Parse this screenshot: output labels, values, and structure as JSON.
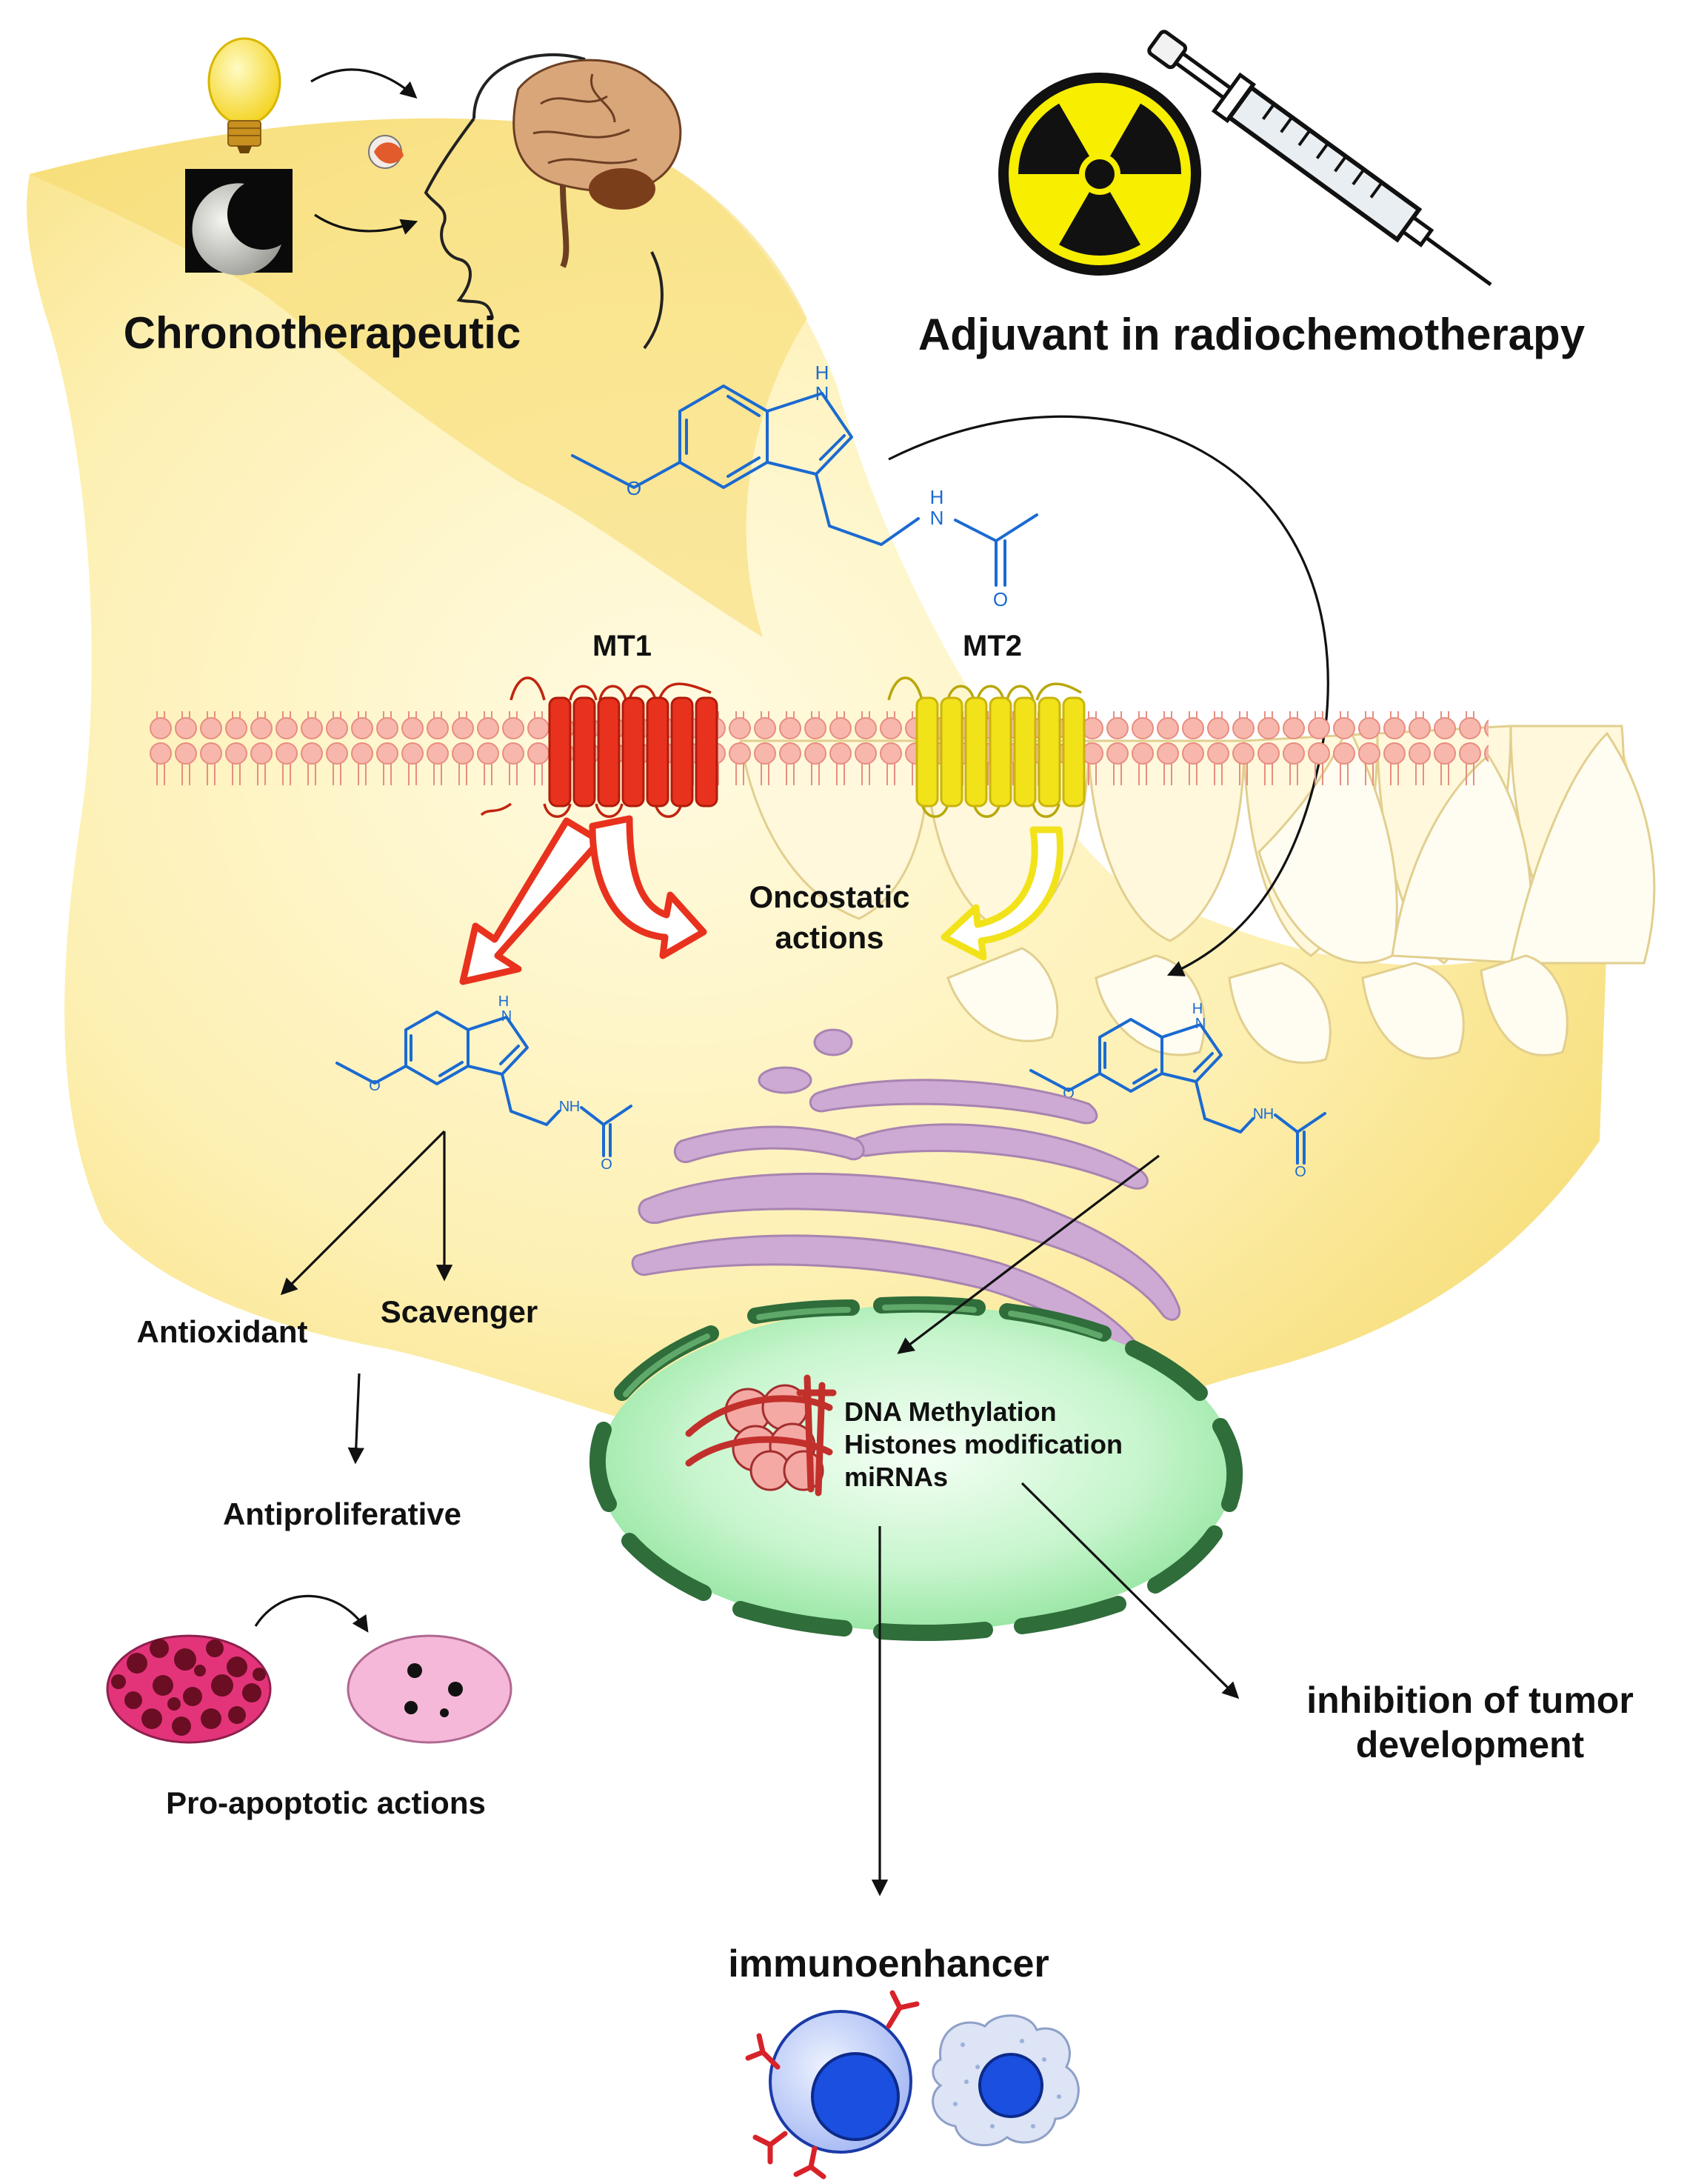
{
  "labels": {
    "chronotherapeutic": "Chronotherapeutic",
    "adjuvant": "Adjuvant in radiochemotherapy",
    "mt1": "MT1",
    "mt2": "MT2",
    "oncostatic_line1": "Oncostatic",
    "oncostatic_line2": "actions",
    "antioxidant": "Antioxidant",
    "scavenger": "Scavenger",
    "antiproliferative": "Antiproliferative",
    "pro_apoptotic": "Pro-apoptotic actions",
    "dna_methylation": "DNA Methylation",
    "histones": "Histones modification",
    "mirnas": "miRNAs",
    "inhibition_line1": "inhibition of tumor",
    "inhibition_line2": "development",
    "immunoenhancer": "immunoenhancer"
  },
  "molecule_atoms": {
    "nh": "H",
    "n": "N",
    "o": "O"
  },
  "colors": {
    "mt1_receptor": "#e8321e",
    "mt2_receptor": "#f2e21a",
    "membrane": "#f7b7ad",
    "molecule": "#1b6ad1",
    "nucleus": "#b8f0c0",
    "nuclear_envelope": "#2f6d3a",
    "golgi": "#cdaad3",
    "background_jaw": "#fbe58c",
    "radiation_yellow": "#f7ee00"
  },
  "icons": [
    "light-bulb-icon",
    "moon-icon",
    "head-brain-icon",
    "radiation-icon",
    "syringe-icon",
    "dna-nucleosome-icon",
    "immune-cell-icon"
  ]
}
